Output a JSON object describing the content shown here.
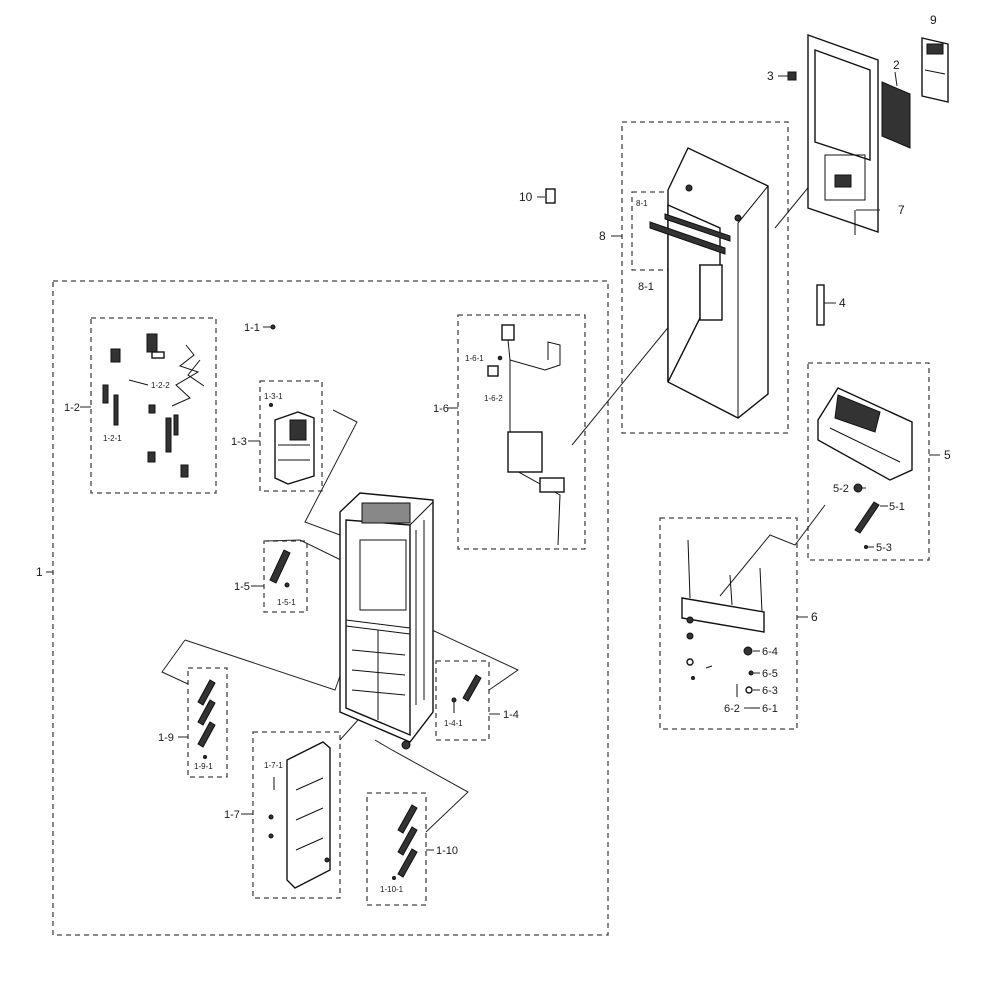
{
  "labels": {
    "l1": "1",
    "l1_1": "1-1",
    "l1_2": "1-2",
    "l1_2_1": "1-2-1",
    "l1_2_2": "1-2-2",
    "l1_3": "1-3",
    "l1_3_1": "1-3-1",
    "l1_4": "1-4",
    "l1_4_1": "1-4-1",
    "l1_5": "1-5",
    "l1_5_1": "1-5-1",
    "l1_6": "1-6",
    "l1_6_1": "1-6-1",
    "l1_6_2": "1-6-2",
    "l1_7": "1-7",
    "l1_7_1": "1-7-1",
    "l1_9": "1-9",
    "l1_9_1": "1-9-1",
    "l1_10": "1-10",
    "l1_10_1": "1-10-1",
    "l2": "2",
    "l3": "3",
    "l4": "4",
    "l5": "5",
    "l5_1": "5-1",
    "l5_2": "5-2",
    "l5_3": "5-3",
    "l6": "6",
    "l6_1": "6-1",
    "l6_2": "6-2",
    "l6_3": "6-3",
    "l6_4": "6-4",
    "l6_5": "6-5",
    "l7": "7",
    "l8": "8",
    "l8_1": "8-1",
    "l8_1_top": "8-1",
    "l9": "9",
    "l10": "10"
  },
  "colors": {
    "line": "#111111",
    "dash": "#444444",
    "background": "#ffffff"
  }
}
